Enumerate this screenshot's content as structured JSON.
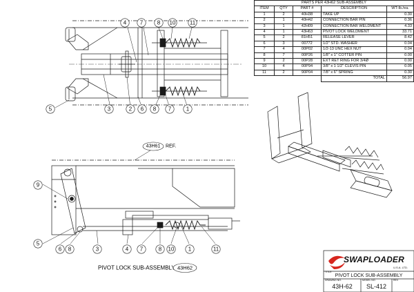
{
  "parts_table": {
    "title": "PARTS PER 43H62 SUB-ASSEMBLY",
    "headers": [
      "ITEM",
      "QTY",
      "PART #",
      "DESCRIPTION",
      "WT-lb./ea."
    ],
    "rows": [
      [
        "1",
        "2",
        "40H38",
        "TAKE UP",
        "0.30"
      ],
      [
        "2",
        "1",
        "40H42",
        "CONNECTION BAR PIN",
        "0.36"
      ],
      [
        "3",
        "1",
        "42H09",
        "CONNECTION BAR WELDMENT",
        "4.33"
      ],
      [
        "4",
        "1",
        "43H63",
        "PIVOT LOCK WELDMENT",
        "33.71"
      ],
      [
        "5",
        "2",
        "81H51",
        "RELEASE LEVER",
        "8.42"
      ],
      [
        "6",
        "3",
        "00772",
        "1/2\" STD. WASHER",
        "0.04"
      ],
      [
        "7",
        "4",
        "00P02",
        "1/2-13 UNC HEX NUT",
        "0.04"
      ],
      [
        "8",
        "7",
        "00P26",
        "1/8\" x 1\" COTTER PIN",
        "0.00"
      ],
      [
        "9",
        "2",
        "00P28",
        "EXT RET RING FOR 3/4Ø",
        "0.00"
      ],
      [
        "10",
        "4",
        "00P94",
        "3/8\" x 1 1/2\" CLEVIS PIN",
        "0.05"
      ],
      [
        "11",
        "2",
        "90P04",
        "7/8\" x 6\" SPRING",
        "0.30"
      ]
    ],
    "total_label": "TOTAL",
    "total_value": "56.97"
  },
  "top_view_balloons": [
    "4",
    "7",
    "8",
    "10",
    "11",
    "5",
    "3",
    "2",
    "6",
    "8",
    "7",
    "1"
  ],
  "side_view_balloons": [
    "9",
    "5",
    "6",
    "8",
    "3",
    "4",
    "7",
    "8",
    "10",
    "1",
    "11"
  ],
  "reference_label": "43H61",
  "reference_suffix": "REF.",
  "caption_text": "PIVOT LOCK SUB-ASSEMBLY",
  "caption_part": "43H62",
  "title_block": {
    "brand": "SWAPLOADER",
    "brand_suffix": "U.S.A. LTD.",
    "title_label": "TITLE",
    "title": "PIVOT LOCK SUB-ASSEMBLY",
    "drawing_no_label": "DRAWING NO.",
    "drawing_no": "43H-62",
    "model_no_label": "MODEL NO.",
    "model_no": "SL-412",
    "rev_label": "REV"
  },
  "colors": {
    "line": "#1a1a1a",
    "logo_red": "#d7261e"
  }
}
